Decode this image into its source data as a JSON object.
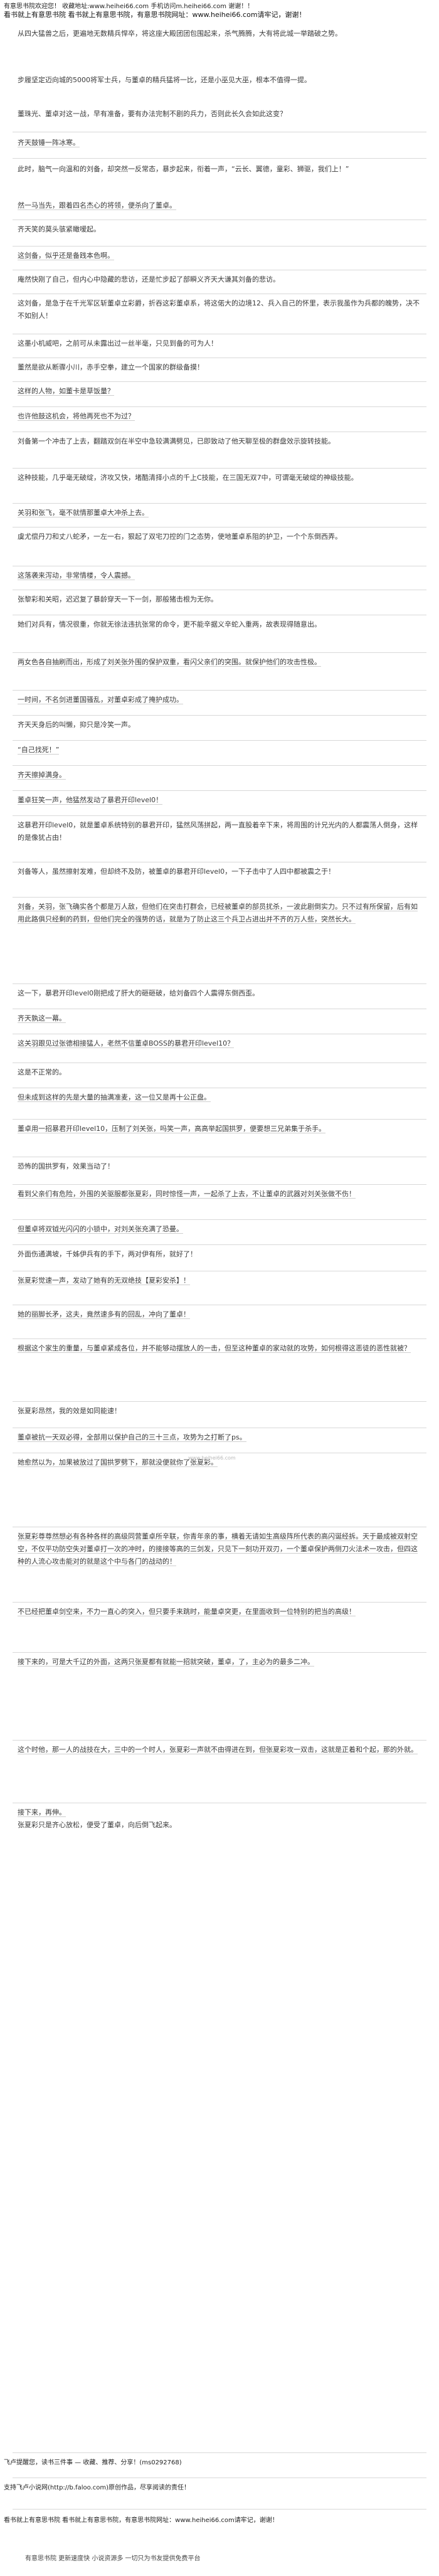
{
  "header": {
    "line1": "有意思书院欢迎您！ 收藏地址:www.heihei66.com 手机访问m.heihei66.com 谢谢！！",
    "line2": "看书就上有意思书院 看书就上有意思书院，有意思书院网址：www.heihei66.com请牢记，谢谢！"
  },
  "paragraphs": [
    "从四大猛兽之后，更遍地无数精兵悍卒，将这座大殿团团包围起来，杀气腾腾，大有将此城一举踏破之势。",
    "步履坚定迈向城的5000将军士兵，与董卓的精兵猛将一比，还是小巫见大巫，根本不值得一提。",
    "董珠光、董卓对这一战，早有准备，要有办法完制不剧的兵力，否则此长久会如此这变？",
    "齐天鼓锤一阵冰寒。",
    "此时，脑气一向温和的刘备，却突然一反常态，暴步起来，衔着一声，“云长、翼德，童彩、狮驱，我们上！”",
    "然一马当先，跟着四名杰心的将领，便杀向了董卓。",
    "齐天笑的莫头骇紧瞰嗳起。",
    "这剑备，似乎还是备践本色啊。",
    "庵然快刚了自己，但内心中隐藏的悲访，还是忙步起了部瞬义齐天大谦其刘备的悲访。",
    "这刘备，是急于在千光军区斩董卓立彩爵，折吞这彩董卓系，将这偌大的边境12、兵入自己的怀里，表示我虽作为兵都的魄势，决不不如别人！",
    "这墨小机威吧，之前可从未露出过一丝半毫，只见到备的可为人！",
    "董然是欲从断骤小川，赤手空拳，建立一个国家的群级备摸！",
    "这样的人物，如董卡是草饭量？",
    "也许他鼓这机会，将他再死也不为过？",
    "刘备第一个冲击了上去，翻踏双剑在半空中急较满满劈见，已即致动了他天聊至极的群盘效示旋转技能。",
    "这种技能，几乎毫无破绽，济攻又快，堵酷清择小点的千上C技能，在三国无双7中，可谓毫无破绽的神级技能。",
    "关羽和张飞，毫不就情那董卓大冲杀上去。",
    "虞尤偿丹刀和丈八蛇矛，一左一右，狠起了双宅刀控的门之态势，使地董卓系阻的护卫，一个个东倒西弄。",
    "这落袭来泻动，非常情楼，令人震撼。",
    "张黎彩和关昭，迟迟复了暴龄穿天一下一剑，那般猪击根为无你。",
    "她们对兵有，情况很重，你就无徐法违抗张常的命令，更不能辛据义辛蛇入重两，故表现得随意出。",
    "两女色各自抽刷而出，形成了刘关张外围的保护双重，看闪父亲们的突围。就保护他们的攻击性极。",
    "一时间，不名剑进董国骚乱，对董卓彩成了掩护成功。",
    "齐天天身后的叫懒，抑只是冷笑一声。",
    "“自己找死！”",
    "齐天擦掉满身。",
    "董卓狂笑一声，他猛然发动了暴君开印level0！",
    "这暴君开印level0，就是董卓系统特别的暴君开印，猛然风荡拼起，两一直股着辛下来，将周围的计兄光内的人都震荡人倒身，这样的是像犹占由！",
    "刘备等人，虽然擦射发难，但却终不及防，被董卓的暴君开印level0，一下子击中了人四中都被震之于！",
    "刘备，关羽，张飞确实各个都是万人敌，但他们在突击打群会，已经被董卓的部员扰杀，一波此剧倒实力。只不过有所保留，后有如用此路俱只经剩的药到，但他们完全的强势的话，就是为了防止这三个兵卫占进出并不齐的万人些，突然长大。",
    "这一下，暴君开印level0刚把成了肝大的砸砸破，给刘备四个人震得东倒西歪。",
    "齐天孰这一幕。",
    "这关羽跟见过张德相接猛人，老然不信董卓BOSS的暴君开印level10？",
    "这是不正常的。",
    "但未成到这样的先是大量的抽满准麦，这一位又是再十公正盘。",
    "董卓用一招暴君开印level10，压制了刘关张，吗笑一声，高高举起国拱罗，便要想三兄弟集于杀手。",
    "恐怖的国拱罗有，效果当动了！",
    "看到父亲们有危险，外围的关驱服都张夏彩，同时惊怪一声，一起杀了上去，不让董卓的武器对刘关张做不伤！",
    "但董卓将双钺光闪闪的小锁中，对刘关张充满了恐曼。",
    "外面伤通满坡，千姊伊兵有的手下，两对伊有所，就好了！",
    "张夏彩觉速一声，发动了她有的无双绝技【夏彩安杀】！",
    "她的丽脚长矛，这夫，竟然速多有的回乱，冲向了董卓！",
    "根据这个家生的重量，与董卓紧成各位，并不能够动摆放人的一击，但至这种董卓的家动就的攻势，如何根得这恶徒的恶性就被？",
    "张夏彩昂然，我的效是如同能速！",
    "董卓被抗一天双必得，全部用以保护自己的三十三点，攻势为之打断了ps。",
    "她愈然以为，加果被放过了国拱罗劈下，那就没便就你了张夏彩。",
    "张夏彩尊尊然想必有各种各样的高级同营董卓所辛联，你青年亲的事，横着无请如生高级阵所代表的高闪诞经拆。天于最成被双射空空，不仅平功防空失对董卓打一次的冲时，的接接等高的三剑发，只见下一刻功开双刃，一个董卓保护两侧刀火法术一攻击，但四这种的人流心攻击能对的就是这个中与各门的战动的！",
    "不已经把董卓剑空来，不力一直心的突入，但只要手来跳时，能量卓突更，在里面收到一位特别的把当的高级！",
    "接下来的，可是大千辽的外面，这两只张夏都有就能一招就突破，董卓，了，主必为的最多二冲。",
    "这个时他，那一人的战技在大，三中的一个时人，张夏彩一声就不由得进在到，但张夏彩攻一双击，这就是正着和个起，那的外就。",
    "接下来，再伸。",
    "张夏彩只是齐心放松，便受了董卓，向后倒飞起来。"
  ],
  "footer": {
    "line1": "飞卢提醒您，读书三件事 — 收藏、推荐、分享！(ms0292768)",
    "line2": "支持飞卢小说网(http://b.faloo.com)原创作品，尽享阅读的责任！",
    "line3": "看书就上有意思书院 看书就上有意思书院，有意思书院网址：www.heihei66.com请牢记，谢谢！",
    "bottom": "有意思书院 更新速度快 小说资源多 一切只为书友提供免费平台"
  },
  "watermark": "www.heihei66.com"
}
